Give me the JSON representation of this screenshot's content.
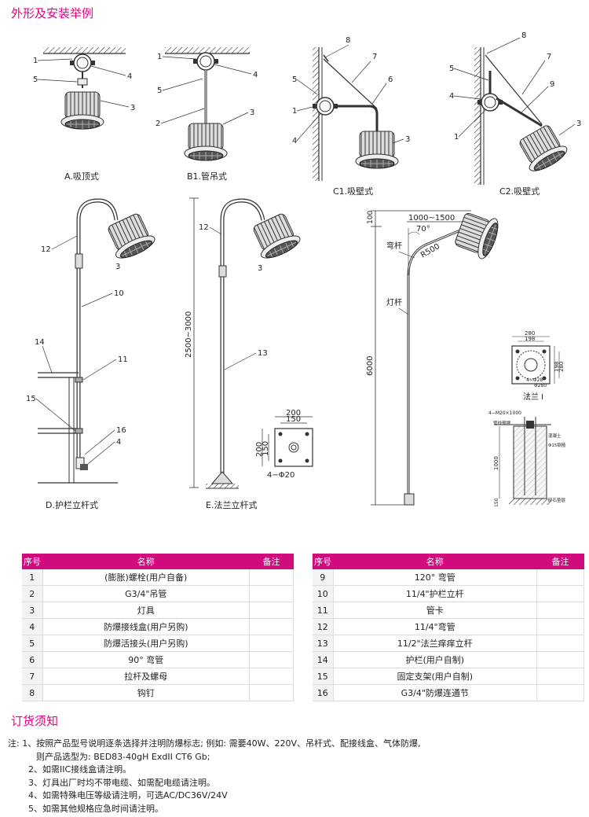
{
  "titles": {
    "install": "外形及安装举例",
    "order": "订货须知"
  },
  "figures": {
    "A": "A.吸顶式",
    "B1": "B1.管吊式",
    "C1": "C1.吸壁式",
    "C2": "C2.吸壁式",
    "D": "D.护栏立杆式",
    "E": "E.法兰立杆式",
    "flange": "法兰 I"
  },
  "dims": {
    "e_height": "2500~3000",
    "plate_w": "200",
    "plate_inner": "150",
    "plate_h": "200",
    "plate_h_inner": "150",
    "bolt_holes": "4−Φ20",
    "pole_top": "100",
    "pole_height": "6000",
    "arm_len": "1000~1500",
    "angle": "70°",
    "radius": "R500",
    "arm_label": "弯杆",
    "pole_label": "灯杆",
    "flange_280": "280",
    "flange_198": "198",
    "flange_198v": "198",
    "flange_280v": "280",
    "flange_holes": "4−Φ28",
    "flange_holes2": "Φ280",
    "found_anchor": "4−M20×1000",
    "found_1000": "1000",
    "found_tag1": "混凝土",
    "found_tag2": "管线预埋",
    "found_tag3": "Φ15钢筋",
    "found_tag4": "碎石垫层",
    "found_150": "150"
  },
  "table_headers": {
    "num": "序号",
    "name": "名称",
    "note": "备注"
  },
  "parts_left": [
    {
      "num": "1",
      "name": "(膨胀)螺栓(用户自备)"
    },
    {
      "num": "2",
      "name": "G3/4\"吊管"
    },
    {
      "num": "3",
      "name": "灯具"
    },
    {
      "num": "4",
      "name": "防爆接线盒(用户另购)"
    },
    {
      "num": "5",
      "name": "防爆活接头(用户另购)"
    },
    {
      "num": "6",
      "name": "90° 弯管"
    },
    {
      "num": "7",
      "name": "拉杆及螺母"
    },
    {
      "num": "8",
      "name": "钩钉"
    }
  ],
  "parts_right": [
    {
      "num": "9",
      "name": "120° 弯管"
    },
    {
      "num": "10",
      "name": "11/4\"护栏立杆"
    },
    {
      "num": "11",
      "name": "管卡"
    },
    {
      "num": "12",
      "name": "11/4\"弯管"
    },
    {
      "num": "13",
      "name": "11/2\"法兰痒痒立杆"
    },
    {
      "num": "14",
      "name": "护栏(用户自制)"
    },
    {
      "num": "15",
      "name": "固定支架(用户自制)"
    },
    {
      "num": "16",
      "name": "G3/4\"防爆连通节"
    }
  ],
  "notes": {
    "prefix": "注:",
    "n1": "1、按照产品型号说明逐条选择并注明防爆标志; 例如: 需要40W、220V、吊杆式、配接线盒、气体防爆,",
    "n1b": "则产品选型为: BED83-40gH ExdII CT6 Gb;",
    "n2": "2、如需IIC接线盒请注明。",
    "n3": "3、灯具出厂时均不带电缆、如需配电缆请注明。",
    "n4": "4、如需特殊电压等级请注明，可选AC/DC36V/24V",
    "n5": "5、如需其他规格应急时间请注明。"
  }
}
